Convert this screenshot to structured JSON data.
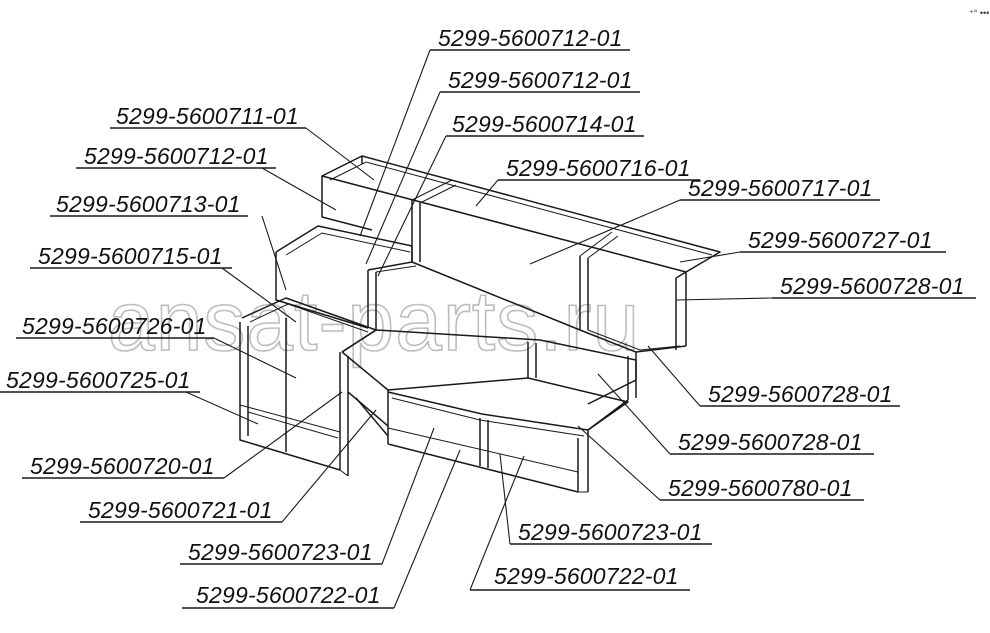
{
  "watermark": "ansat-parts.ru",
  "corner_mark": "⁺° •••",
  "labels": [
    "5299-5600712-01",
    "5299-5600712-01",
    "5299-5600714-01",
    "5299-5600711-01",
    "5299-5600716-01",
    "5299-5600712-01",
    "5299-5600717-01",
    "5299-5600713-01",
    "5299-5600727-01",
    "5299-5600715-01",
    "5299-5600728-01",
    "5299-5600726-01",
    "5299-5600725-01",
    "5299-5600728-01",
    "5299-5600728-01",
    "5299-5600720-01",
    "5299-5600780-01",
    "5299-5600721-01",
    "5299-5600723-01",
    "5299-5600723-01",
    "5299-5600722-01",
    "5299-5600722-01"
  ]
}
